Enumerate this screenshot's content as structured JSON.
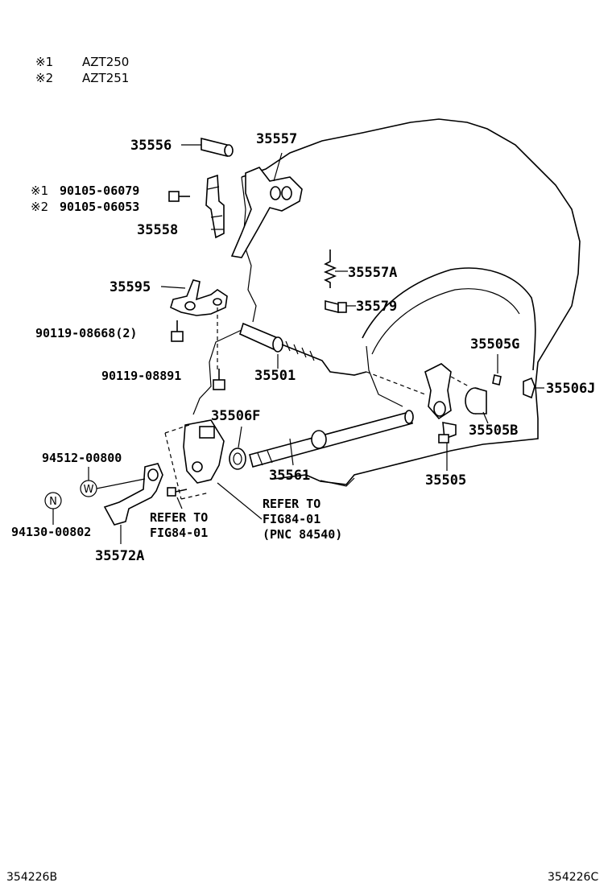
{
  "legend": [
    {
      "mark": "※1",
      "model": "AZT250"
    },
    {
      "mark": "※2",
      "model": "AZT251"
    }
  ],
  "parts": {
    "p35556": "35556",
    "p35557": "35557",
    "p90105a_mark": "※1",
    "p90105a": "90105-06079",
    "p90105b_mark": "※2",
    "p90105b": "90105-06053",
    "p35558": "35558",
    "p35557A": "35557A",
    "p35595": "35595",
    "p35579": "35579",
    "p90119a": "90119-08668(2)",
    "p35505G": "35505G",
    "p90119b": "90119-08891",
    "p35501": "35501",
    "p35506J": "35506J",
    "p35506F": "35506F",
    "p35505B": "35505B",
    "p94512": "94512-00800",
    "w_mark": "W",
    "p35561": "35561",
    "p35505": "35505",
    "n_mark": "N",
    "p94130": "94130-00802",
    "p35572A": "35572A"
  },
  "references": {
    "left_line1": "REFER TO",
    "left_line2": "FIG84-01",
    "right_line1": "REFER TO",
    "right_line2": "FIG84-01",
    "right_line3": "(PNC 84540)"
  },
  "footer": {
    "left_code": "354226B",
    "right_code": "354226C"
  }
}
